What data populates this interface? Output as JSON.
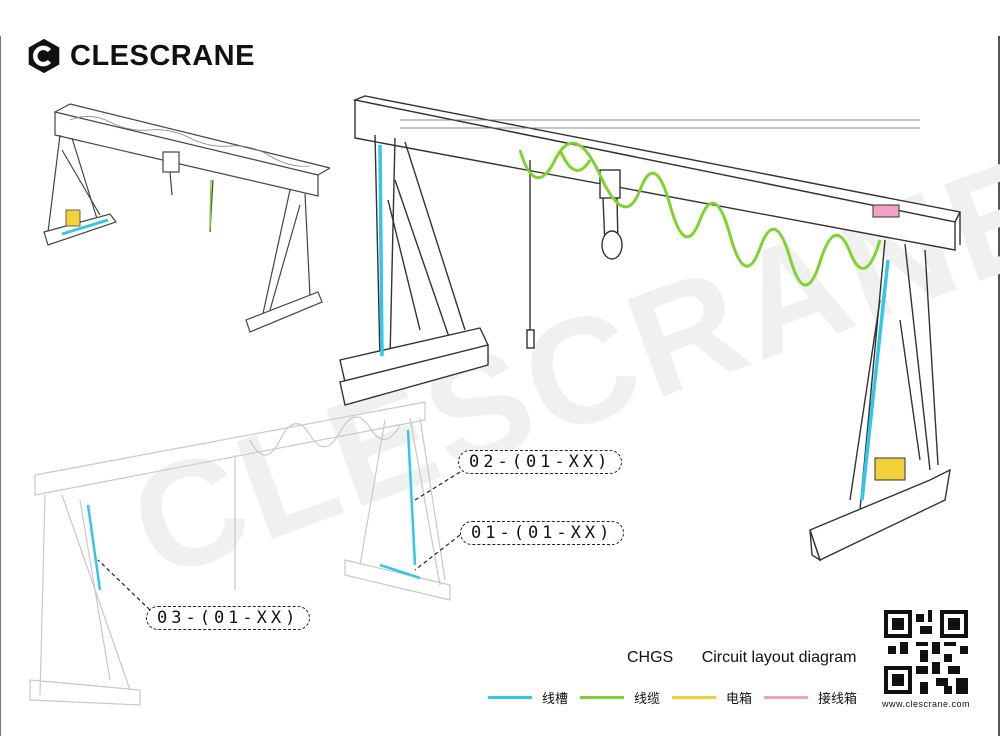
{
  "brand": {
    "name": "CLESCRANE",
    "website": "www.clescrane.com"
  },
  "watermark": "CLESCRANE",
  "title": {
    "model": "CHGS",
    "name": "Circuit layout diagram"
  },
  "callouts": [
    {
      "id": "02",
      "text": "02-(01-XX)"
    },
    {
      "id": "01",
      "text": "01-(01-XX)"
    },
    {
      "id": "03",
      "text": "03-(01-XX)"
    }
  ],
  "legend": [
    {
      "label": "线槽",
      "color": "#33c6e8"
    },
    {
      "label": "线缆",
      "color": "#7ed32f"
    },
    {
      "label": "电箱",
      "color": "#f2d13b"
    },
    {
      "label": "接线箱",
      "color": "#f0a3c4"
    }
  ],
  "colors": {
    "trough": "#33c6e8",
    "cable": "#7ed32f",
    "box": "#f2d13b",
    "junction": "#f0a3c4",
    "line": "#333333"
  },
  "icons": {
    "logo": "c-hexagon-icon",
    "qr": "qr-code-icon"
  }
}
